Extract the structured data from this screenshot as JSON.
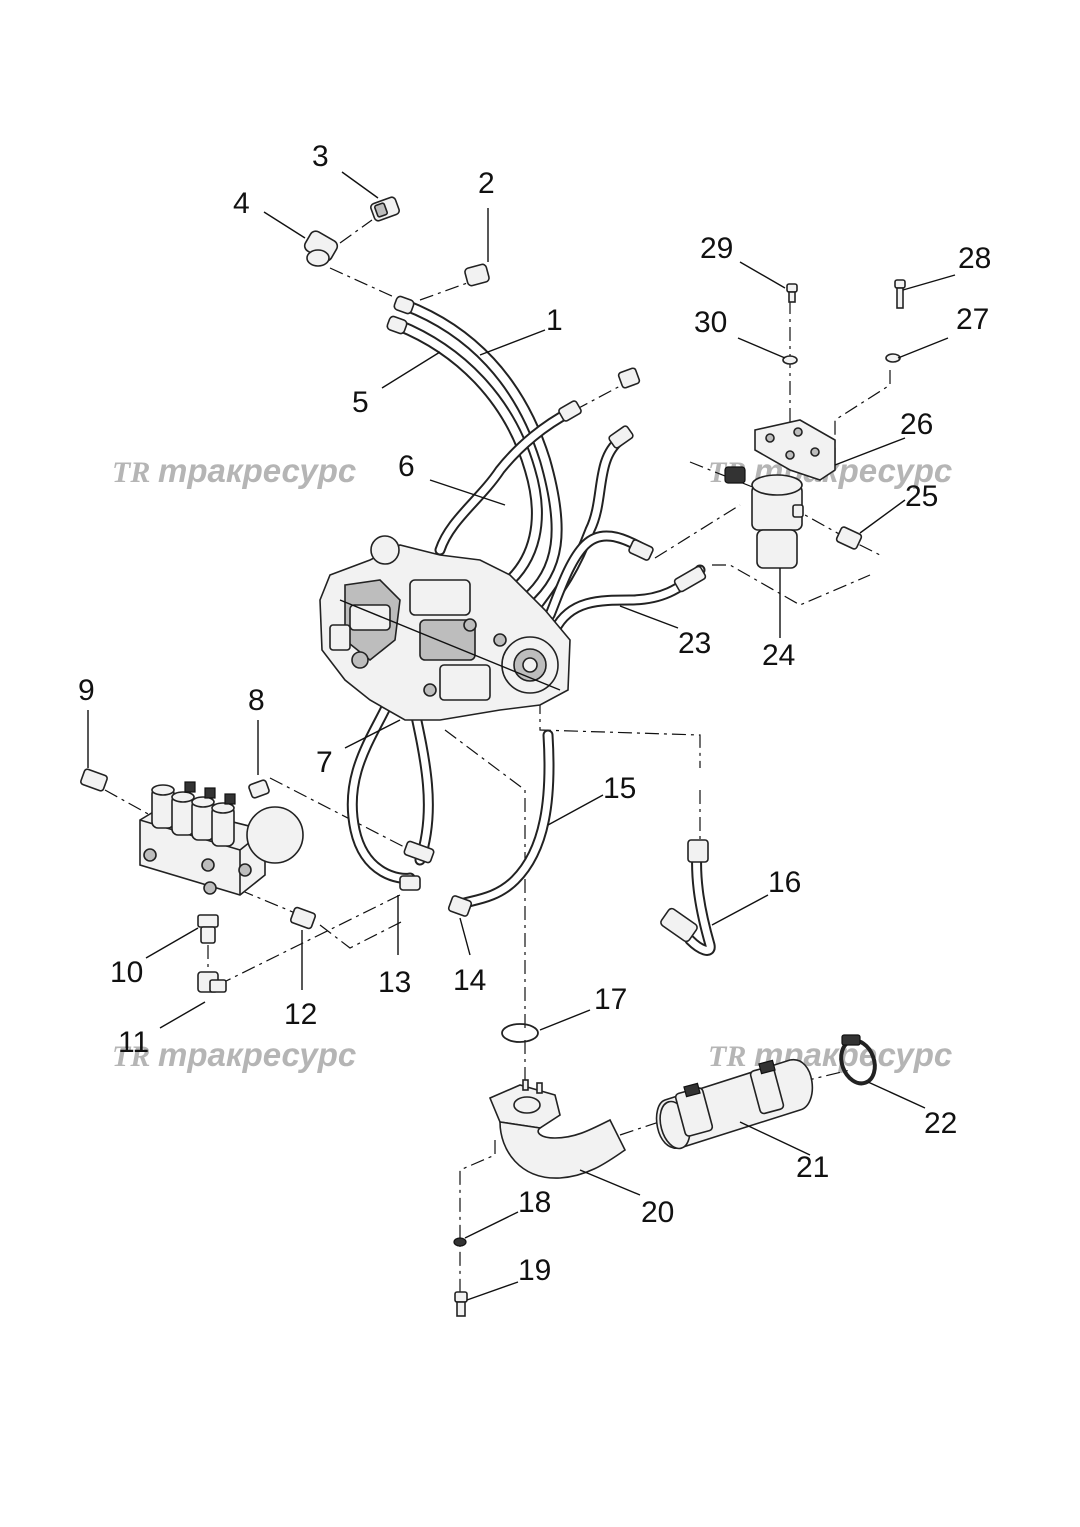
{
  "watermark": {
    "text": "тракресурс",
    "logo": "TR"
  },
  "callouts": {
    "c1": "1",
    "c2": "2",
    "c3": "3",
    "c4": "4",
    "c5": "5",
    "c6": "6",
    "c7": "7",
    "c8": "8",
    "c9": "9",
    "c10": "10",
    "c11": "11",
    "c12": "12",
    "c13": "13",
    "c14": "14",
    "c15": "15",
    "c16": "16",
    "c17": "17",
    "c18": "18",
    "c19": "19",
    "c20": "20",
    "c21": "21",
    "c22": "22",
    "c23": "23",
    "c24": "24",
    "c25": "25",
    "c26": "26",
    "c27": "27",
    "c28": "28",
    "c29": "29",
    "c30": "30"
  },
  "colors": {
    "line": "#111111",
    "watermark": "#b5b5b5",
    "background": "#ffffff"
  }
}
